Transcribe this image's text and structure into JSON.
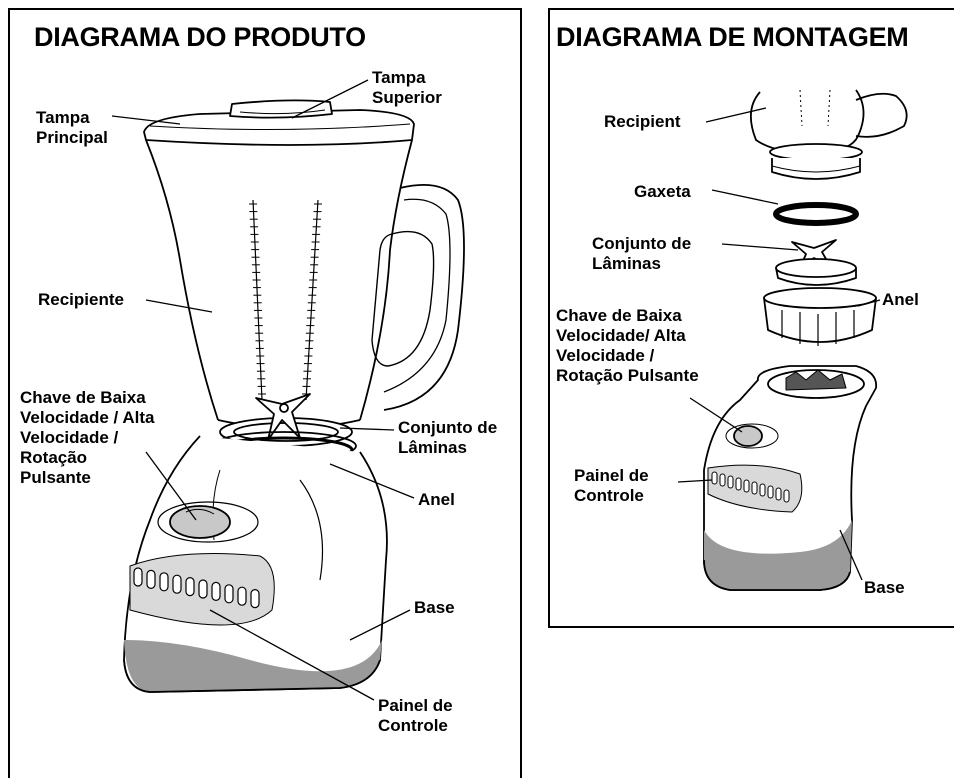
{
  "product_diagram": {
    "title": "DIAGRAMA DO PRODUTO",
    "labels": {
      "tampa_superior": [
        "Tampa",
        "Superior"
      ],
      "tampa_principal": [
        "Tampa",
        "Principal"
      ],
      "recipiente": [
        "Recipiente"
      ],
      "chave": [
        "Chave de Baixa",
        "Velocidade / Alta",
        "Velocidade /",
        "Rotação",
        "Pulsante"
      ],
      "conjunto": [
        "Conjunto de",
        "Lâminas"
      ],
      "anel": [
        "Anel"
      ],
      "base": [
        "Base"
      ],
      "painel": [
        "Painel de",
        "Controle"
      ]
    }
  },
  "assembly_diagram": {
    "title": "DIAGRAMA DE MONTAGEM",
    "labels": {
      "recipient": [
        "Recipient"
      ],
      "gaxeta": [
        "Gaxeta"
      ],
      "conjunto": [
        "Conjunto de",
        "Lâminas"
      ],
      "anel": [
        "Anel"
      ],
      "chave": [
        "Chave de Baixa",
        "Velocidade/ Alta",
        "Velocidade /",
        "Rotação Pulsante"
      ],
      "painel": [
        "Painel de",
        "Controle"
      ],
      "base": [
        "Base"
      ]
    }
  },
  "colors": {
    "ink": "#000000",
    "base_band": "#9a9a9a",
    "panel_tint": "#d9d9d9"
  }
}
